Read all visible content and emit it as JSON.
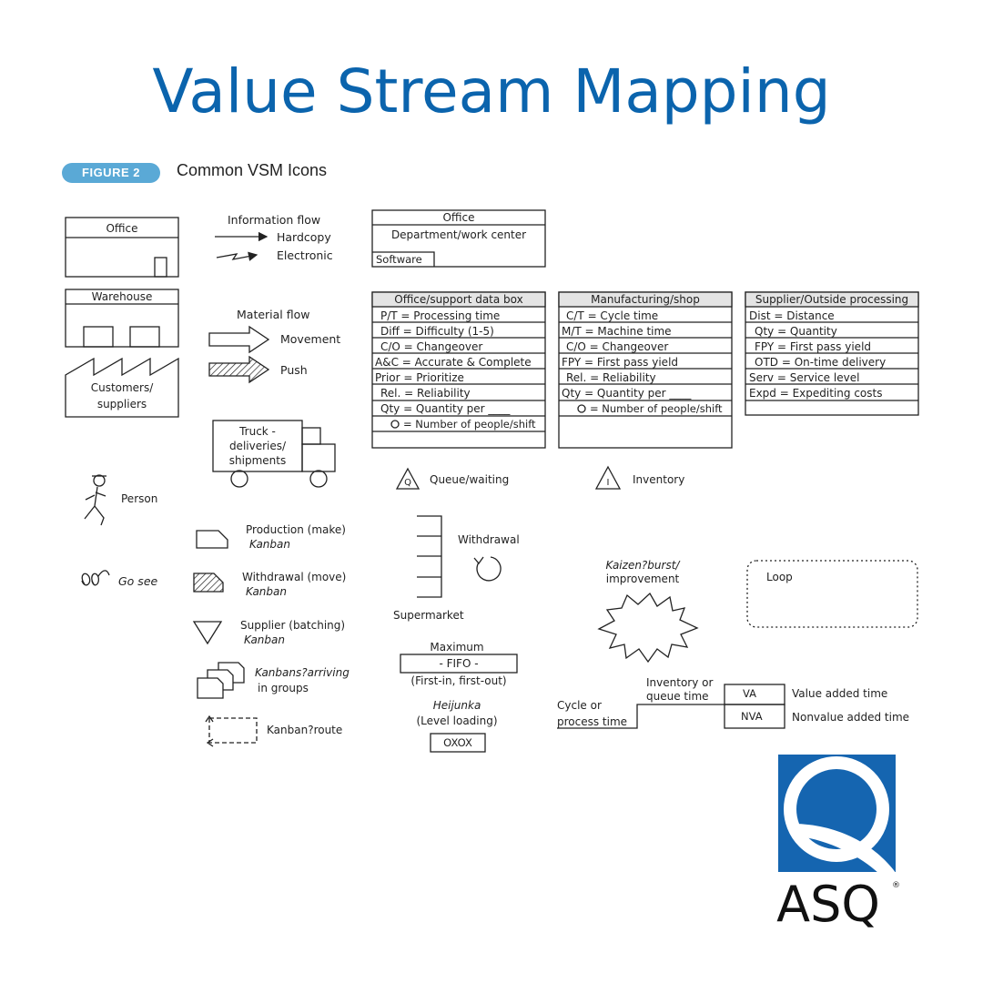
{
  "header": {
    "title": "Value Stream Mapping",
    "figure_badge": "FIGURE 2",
    "figure_title": "Common VSM Icons"
  },
  "icons": {
    "office": "Office",
    "warehouse": "Warehouse",
    "customers_l1": "Customers/",
    "customers_l2": "suppliers",
    "info_flow": "Information flow",
    "hardcopy": "Hardcopy",
    "electronic": "Electronic",
    "material_flow": "Material flow",
    "movement": "Movement",
    "push": "Push",
    "truck_l1": "Truck -",
    "truck_l2": "deliveries/",
    "truck_l3": "shipments",
    "person": "Person",
    "go_see": "Go see",
    "production_kanban_l1": "Production (make)",
    "production_kanban_l2": "Kanban",
    "withdrawal_kanban_l1": "Withdrawal (move)",
    "withdrawal_kanban_l2": "Kanban",
    "supplier_kanban_l1": "Supplier (batching)",
    "supplier_kanban_l2": "Kanban",
    "kanbans_groups_l1": "Kanbans?arriving",
    "kanbans_groups_l2": "in groups",
    "kanban_route": "Kanban?route",
    "queue": "Queue/waiting",
    "inventory": "Inventory",
    "withdrawal": "Withdrawal",
    "supermarket": "Supermarket",
    "fifo_max": "Maximum",
    "fifo": "- FIFO -",
    "fifo_sub": "(First-in, first-out)",
    "heijunka_l1": "Heijunka",
    "heijunka_l2": "(Level loading)",
    "heijunka_box": "OXOX",
    "kaizen_l1": "Kaizen?burst/",
    "kaizen_l2": "improvement",
    "loop": "Loop",
    "timeline_inv_l1": "Inventory or",
    "timeline_inv_l2": "queue time",
    "timeline_cycle_l1": "Cycle or",
    "timeline_cycle_l2": "process time",
    "va": "VA",
    "va_desc": "Value added time",
    "nva": "NVA",
    "nva_desc": "Nonvalue added time",
    "queue_symbol": "Q",
    "inventory_symbol": "I"
  },
  "office_box": {
    "title": "Office",
    "subtitle": "Department/work center",
    "software": "Software"
  },
  "data_boxes": [
    {
      "title": "Office/support data box",
      "rows": [
        "P/T = Processing time",
        "Diff = Difficulty (1-5)",
        "C/O = Changeover",
        "A&C = Accurate & Complete",
        "Prior = Prioritize",
        "Rel. = Reliability",
        "Qty = Quantity per ____",
        "= Number of people/shift"
      ]
    },
    {
      "title": "Manufacturing/shop",
      "rows": [
        "C/T = Cycle time",
        "M/T = Machine time",
        "C/O = Changeover",
        "FPY = First pass yield",
        "Rel. = Reliability",
        "Qty = Quantity per ____",
        "= Number of people/shift"
      ]
    },
    {
      "title": "Supplier/Outside processing",
      "rows": [
        "Dist = Distance",
        "Qty = Quantity",
        "FPY = First pass yield",
        "OTD = On-time delivery",
        "Serv = Service level",
        "Expd = Expediting costs"
      ]
    }
  ],
  "logo": {
    "text": "ASQ",
    "registered": "®",
    "color": "#1565b0"
  }
}
